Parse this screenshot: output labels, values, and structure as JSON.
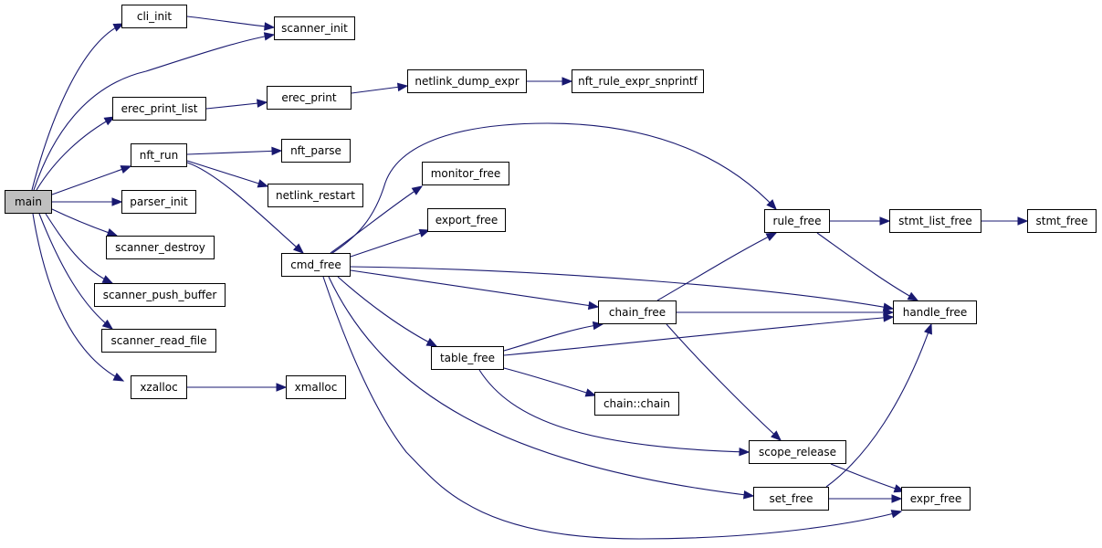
{
  "diagram": {
    "root": "main",
    "nodes": [
      {
        "id": "main",
        "label": "main",
        "root": true
      },
      {
        "id": "cli_init",
        "label": "cli_init"
      },
      {
        "id": "scanner_init",
        "label": "scanner_init"
      },
      {
        "id": "erec_print_list",
        "label": "erec_print_list"
      },
      {
        "id": "erec_print",
        "label": "erec_print"
      },
      {
        "id": "netlink_dump_expr",
        "label": "netlink_dump_expr"
      },
      {
        "id": "nft_rule_expr_snprintf",
        "label": "nft_rule_expr_snprintf"
      },
      {
        "id": "nft_run",
        "label": "nft_run"
      },
      {
        "id": "nft_parse",
        "label": "nft_parse"
      },
      {
        "id": "netlink_restart",
        "label": "netlink_restart"
      },
      {
        "id": "parser_init",
        "label": "parser_init"
      },
      {
        "id": "scanner_destroy",
        "label": "scanner_destroy"
      },
      {
        "id": "scanner_push_buffer",
        "label": "scanner_push_buffer"
      },
      {
        "id": "scanner_read_file",
        "label": "scanner_read_file"
      },
      {
        "id": "xzalloc",
        "label": "xzalloc"
      },
      {
        "id": "xmalloc",
        "label": "xmalloc"
      },
      {
        "id": "cmd_free",
        "label": "cmd_free"
      },
      {
        "id": "monitor_free",
        "label": "monitor_free"
      },
      {
        "id": "export_free",
        "label": "export_free"
      },
      {
        "id": "rule_free",
        "label": "rule_free"
      },
      {
        "id": "stmt_list_free",
        "label": "stmt_list_free"
      },
      {
        "id": "stmt_free",
        "label": "stmt_free"
      },
      {
        "id": "handle_free",
        "label": "handle_free"
      },
      {
        "id": "chain_free",
        "label": "chain_free"
      },
      {
        "id": "table_free",
        "label": "table_free"
      },
      {
        "id": "chain_chain",
        "label": "chain::chain"
      },
      {
        "id": "scope_release",
        "label": "scope_release"
      },
      {
        "id": "set_free",
        "label": "set_free"
      },
      {
        "id": "expr_free",
        "label": "expr_free"
      }
    ],
    "edges": [
      [
        "main",
        "cli_init"
      ],
      [
        "main",
        "scanner_init"
      ],
      [
        "main",
        "erec_print_list"
      ],
      [
        "main",
        "nft_run"
      ],
      [
        "main",
        "parser_init"
      ],
      [
        "main",
        "scanner_destroy"
      ],
      [
        "main",
        "scanner_push_buffer"
      ],
      [
        "main",
        "scanner_read_file"
      ],
      [
        "main",
        "xzalloc"
      ],
      [
        "cli_init",
        "scanner_init"
      ],
      [
        "erec_print_list",
        "erec_print"
      ],
      [
        "erec_print",
        "netlink_dump_expr"
      ],
      [
        "netlink_dump_expr",
        "nft_rule_expr_snprintf"
      ],
      [
        "nft_run",
        "nft_parse"
      ],
      [
        "nft_run",
        "netlink_restart"
      ],
      [
        "nft_run",
        "cmd_free"
      ],
      [
        "xzalloc",
        "xmalloc"
      ],
      [
        "cmd_free",
        "rule_free"
      ],
      [
        "cmd_free",
        "monitor_free"
      ],
      [
        "cmd_free",
        "export_free"
      ],
      [
        "cmd_free",
        "handle_free"
      ],
      [
        "cmd_free",
        "chain_free"
      ],
      [
        "cmd_free",
        "table_free"
      ],
      [
        "cmd_free",
        "set_free"
      ],
      [
        "cmd_free",
        "expr_free"
      ],
      [
        "rule_free",
        "stmt_list_free"
      ],
      [
        "rule_free",
        "handle_free"
      ],
      [
        "stmt_list_free",
        "stmt_free"
      ],
      [
        "chain_free",
        "rule_free"
      ],
      [
        "chain_free",
        "handle_free"
      ],
      [
        "chain_free",
        "scope_release"
      ],
      [
        "table_free",
        "chain_free"
      ],
      [
        "table_free",
        "handle_free"
      ],
      [
        "table_free",
        "chain_chain"
      ],
      [
        "table_free",
        "scope_release"
      ],
      [
        "scope_release",
        "expr_free"
      ],
      [
        "set_free",
        "handle_free"
      ],
      [
        "set_free",
        "expr_free"
      ]
    ],
    "colors": {
      "edge": "#191970",
      "root_fill": "#bfbfbf",
      "node_fill": "#ffffff",
      "border": "#000000"
    }
  }
}
